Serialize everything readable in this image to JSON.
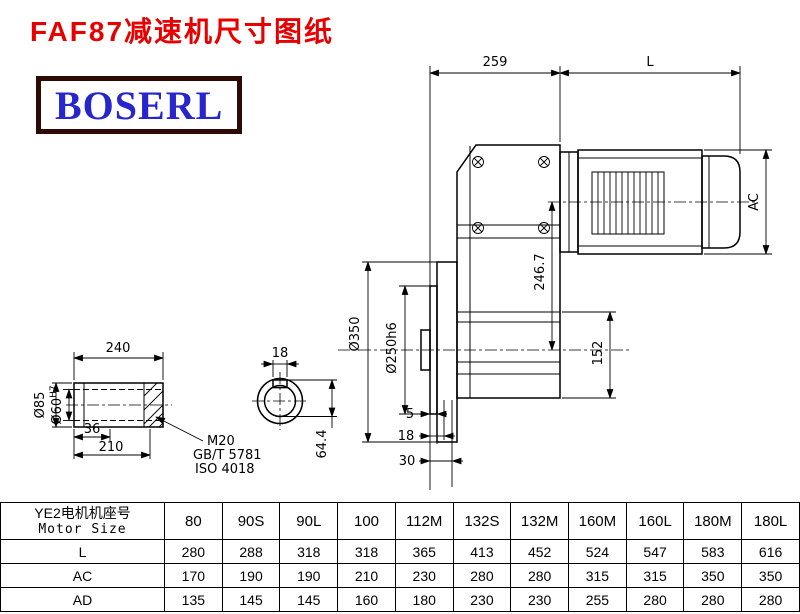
{
  "page": {
    "title": "FAF87减速机尺寸图纸",
    "logo": "BOSERL"
  },
  "drawing": {
    "top_width": "259",
    "motor_length": "L",
    "motor_diameter": "AC",
    "axis_height": "246.7",
    "flange_od": "Ø350",
    "spigot_dia": "Ø250h6",
    "lower_height": "152",
    "flange_t1": "5",
    "flange_t2": "18",
    "flange_t3": "30",
    "keyway_depth_dim": "64.4",
    "shaft_length": "240",
    "keyway_width": "18",
    "shaft_od": "Ø85",
    "bore_base": "Ø60",
    "bore_tol": "H7",
    "dim_36": "36",
    "dim_210": "210",
    "thread": "M20",
    "standard_gb": "GB/T 5781",
    "standard_iso": "ISO 4018"
  },
  "table": {
    "header_cn": "YE2电机机座号",
    "header_en": "Motor Size",
    "sizes": [
      "80",
      "90S",
      "90L",
      "100",
      "112M",
      "132S",
      "132M",
      "160M",
      "160L",
      "180M",
      "180L"
    ],
    "rows": [
      {
        "label": "L",
        "values": [
          "280",
          "288",
          "318",
          "318",
          "365",
          "413",
          "452",
          "524",
          "547",
          "583",
          "616"
        ]
      },
      {
        "label": "AC",
        "values": [
          "170",
          "190",
          "190",
          "210",
          "230",
          "280",
          "280",
          "315",
          "315",
          "350",
          "350"
        ]
      },
      {
        "label": "AD",
        "values": [
          "135",
          "145",
          "145",
          "160",
          "180",
          "230",
          "230",
          "255",
          "280",
          "280",
          "280"
        ]
      }
    ]
  },
  "colors": {
    "title": "#e80000",
    "logo_text": "#2626cc",
    "logo_border": "#2e0a04",
    "line": "#000000"
  }
}
